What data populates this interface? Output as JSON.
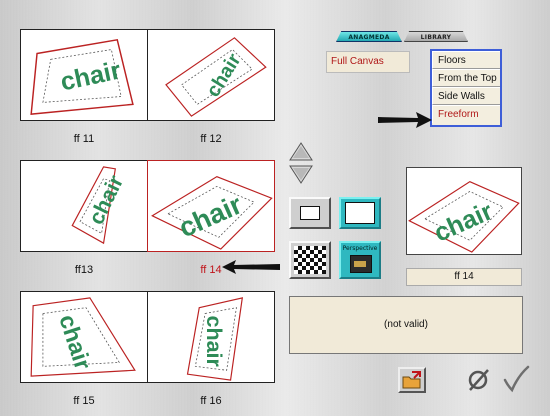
{
  "tabs": [
    {
      "label": "ANAGMEDA",
      "active": true
    },
    {
      "label": "LIBRARY",
      "active": false
    }
  ],
  "canvas_option": "Full Canvas",
  "modes": [
    {
      "label": "Floors"
    },
    {
      "label": "From the Top"
    },
    {
      "label": "Side Walls"
    },
    {
      "label": "Freeform",
      "active": true
    }
  ],
  "thumbnails": [
    {
      "label": "ff 11"
    },
    {
      "label": "ff 12"
    },
    {
      "label": "ff13"
    },
    {
      "label": "ff 14",
      "selected": true
    },
    {
      "label": "ff 15"
    },
    {
      "label": "ff 16"
    }
  ],
  "thumbnail_word": "chair",
  "perspective_button": "Perspective",
  "preview": {
    "label": "ff 14",
    "word": "chair"
  },
  "status_text": "(not valid)",
  "colors": {
    "accent_red": "#c0141a",
    "chair_green": "#2e8b57",
    "list_border": "#3e5ed8",
    "tab_active": "#23a7b2"
  },
  "icons": [
    "arrow-up-icon",
    "arrow-down-icon",
    "frame-small-icon",
    "frame-large-icon",
    "checker-icon",
    "perspective-icon",
    "folder-export-icon",
    "cancel-icon",
    "checkmark-icon",
    "pointer-arrow-icon"
  ]
}
